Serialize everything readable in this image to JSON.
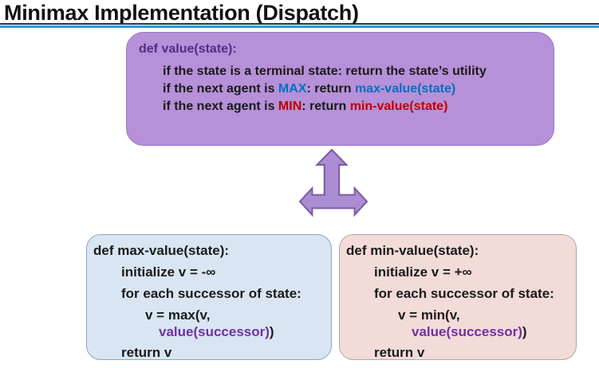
{
  "slide": {
    "title": "Minimax Implementation (Dispatch)"
  },
  "dispatch_box": {
    "def_line": "def value(state):",
    "terminal_line": "if the state is a terminal state: return the state’s utility",
    "max_line": {
      "pre": "if the next agent is ",
      "agent": "MAX",
      "mid": ": return ",
      "call": "max-value(state)"
    },
    "min_line": {
      "pre": "if the next agent is ",
      "agent": "MIN",
      "mid": ": return ",
      "call": "min-value(state)"
    }
  },
  "max_box": {
    "def_line": "def max-value(state):",
    "init_line": "initialize v = -∞",
    "for_line": "for each successor of state:",
    "assign_line": "v = max(v,",
    "call_line": {
      "call": "value(successor)",
      "close": ")"
    },
    "return_line": "return v"
  },
  "min_box": {
    "def_line": "def min-value(state):",
    "init_line": "initialize v = +∞",
    "for_line": "for each successor of state:",
    "assign_line": "v = min(v,",
    "call_line": {
      "call": "value(successor)",
      "close": ")"
    },
    "return_line": "return v"
  },
  "icons": {
    "connector": "three-way-arrow"
  },
  "colors": {
    "title_text": "#111111",
    "rule_dark": "#17375e",
    "rule_light": "#2e9ad6",
    "dispatch_bg": "#b690d8",
    "dispatch_border": "#9a77c2",
    "def_purple": "#572a87",
    "code_black": "#1a1a1a",
    "accent_blue": "#0070c0",
    "accent_red": "#c00000",
    "accent_purple": "#7030a0",
    "max_bg": "#d9e5f3",
    "max_border": "#93a5b8",
    "min_bg": "#f3dbda",
    "min_border": "#b3a5a6",
    "arrow_fill": "#ac8cd2",
    "arrow_stroke": "#7b5ca3"
  }
}
